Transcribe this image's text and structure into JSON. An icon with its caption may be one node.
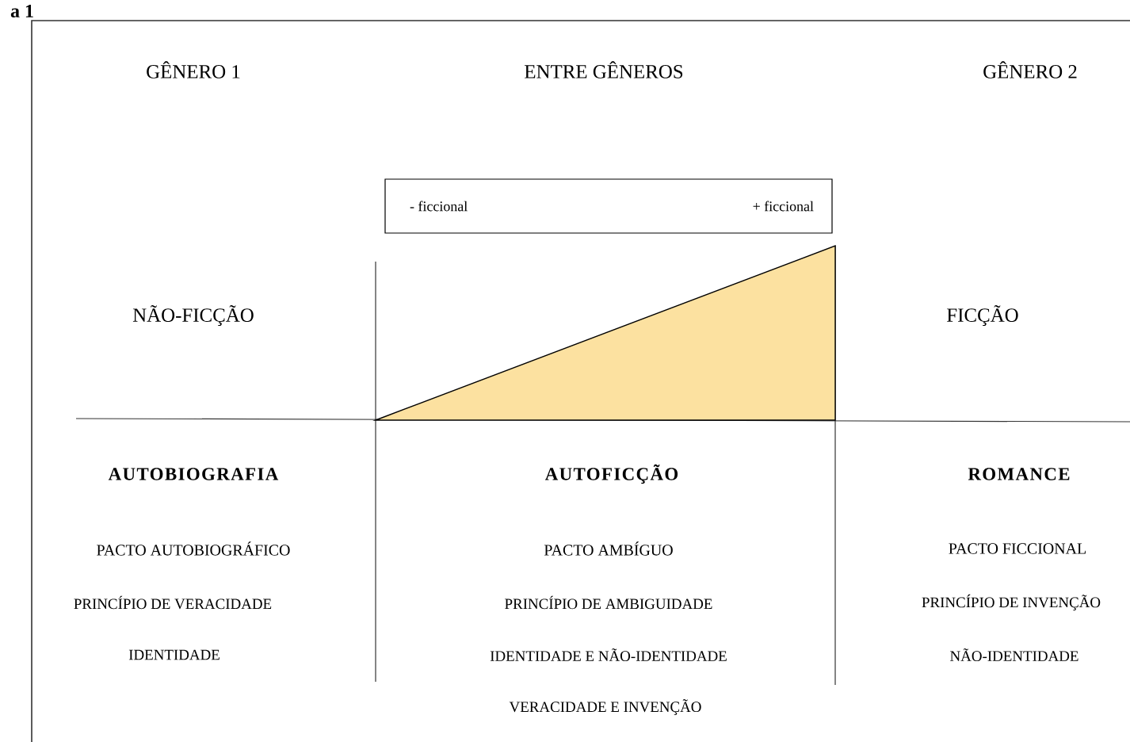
{
  "diagram": {
    "nodes": [
      {
        "text": [
          "- ficcional",
          "+ ficcional"
        ]
      },
      {
        "text": [],
        "shape": "triangle"
      }
    ],
    "labels": [
      "a 1",
      "GÊNERO 1",
      "ENTRE GÊNEROS",
      "GÊNERO 2",
      "NÃO-FICÇÃO",
      "FICÇÃO",
      "AUTOBIOGRAFIA",
      "AUTOFICÇÃO",
      "ROMANCE",
      "PACTO AUTOBIOGRÁFICO",
      "PACTO AMBÍGUO",
      "PACTO FICCIONAL",
      "PRINCÍPIO DE VERACIDADE",
      "PRINCÍPIO DE AMBIGUIDADE",
      "PRINCÍPIO DE INVENÇÃO",
      "IDENTIDADE",
      "IDENTIDADE E NÃO-IDENTIDADE",
      "NÃO-IDENTIDADE",
      "VERACIDADE E INVENÇÃO"
    ]
  }
}
